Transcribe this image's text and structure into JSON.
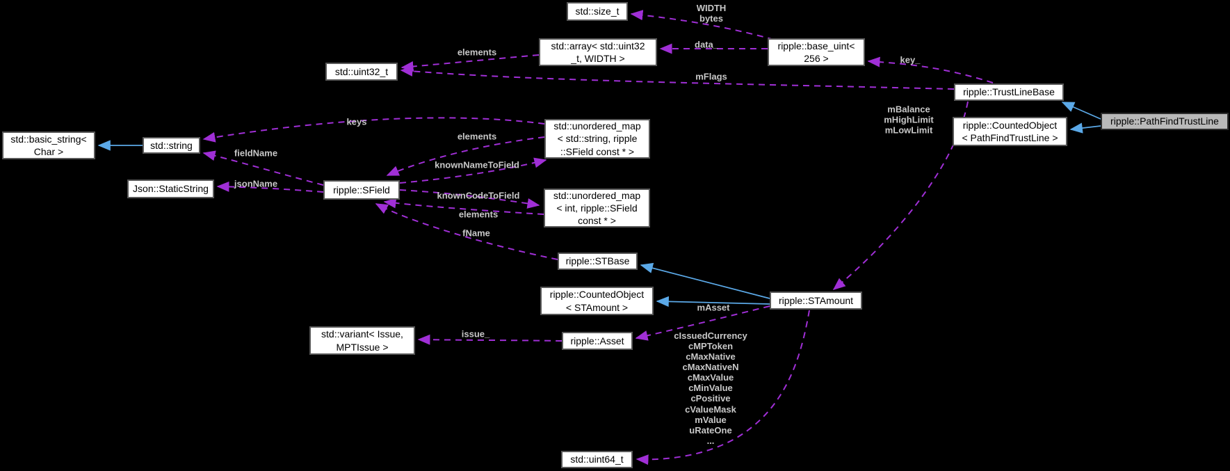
{
  "diagram_type": "class-collaboration-graph",
  "colors": {
    "background": "#000000",
    "node_fill": "#ffffff",
    "node_border": "#585858",
    "node_text": "#000000",
    "highlighted_node_fill": "#b9b9b9",
    "usage_edge": "#a02fd6",
    "inheritance_edge": "#5ba9e8",
    "edge_label_text": "#c8c8c8"
  },
  "nodes": {
    "size_t": "std::size_t",
    "array_uint32": "std::array< std::uint32\n_t, WIDTH >",
    "base_uint": "ripple::base_uint<\n256 >",
    "uint32_t": "std::uint32_t",
    "trustlinebase": "ripple::TrustLineBase",
    "pathfindtrustline": "ripple::PathFindTrustLine",
    "counted_pathfindtrustline": "ripple::CountedObject\n< PathFindTrustLine >",
    "basic_string": "std::basic_string<\nChar >",
    "string": "std::string",
    "staticstring": "Json::StaticString",
    "sfield": "ripple::SField",
    "map_string_sfield": "std::unordered_map\n< std::string, ripple\n::SField const * >",
    "map_int_sfield": "std::unordered_map\n< int, ripple::SField\nconst * >",
    "stbase": "ripple::STBase",
    "counted_stamount": "ripple::CountedObject\n< STAmount >",
    "stamount": "ripple::STAmount",
    "variant_issue": "std::variant< Issue,\nMPTIssue >",
    "asset": "ripple::Asset",
    "uint64_t": "std::uint64_t"
  },
  "edge_labels": {
    "width_bytes": "WIDTH\nbytes",
    "data": "data_",
    "key": "key_",
    "mflags": "mFlags",
    "elements_array": "elements",
    "mbalance": "mBalance\nmHighLimit\nmLowLimit",
    "keys": "keys",
    "fieldname": "fieldName",
    "jsonname": "jsonName",
    "elements_name_map": "elements",
    "known_name_to_field": "knownNameToField",
    "known_code_to_field": "knownCodeToField",
    "elements_code_map": "elements",
    "fname": "fName",
    "masset": "mAsset",
    "issue": "issue_",
    "stamount_members": "cIssuedCurrency\ncMPToken\ncMaxNative\ncMaxNativeN\ncMaxValue\ncMinValue\ncPositive\ncValueMask\nmValue\nuRateOne\n..."
  }
}
